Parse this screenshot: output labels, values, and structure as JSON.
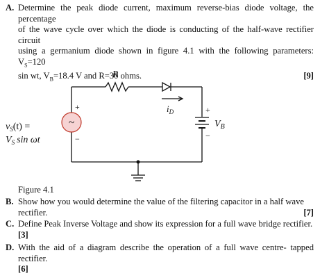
{
  "questions": {
    "a": {
      "letter": "A.",
      "lines": [
        "Determine the peak diode current, maximum reverse-bias diode voltage, the percentage",
        "of the wave cycle over which the diode is conducting of the half-wave rectifier circuit",
        "using a germanium diode shown in figure 4.1 with the following parameters: V",
        "sin wt, V",
        "=18.4 V and R=30 ohms."
      ],
      "vs_sub": "S",
      "vs_value": "=120",
      "vb_sub": "B",
      "marks": "[9]"
    },
    "b": {
      "letter": "B.",
      "line1": "Show how you would determine the value of the filtering capacitor in a half wave",
      "line2": "rectifier.",
      "marks": "[7]"
    },
    "c": {
      "letter": "C.",
      "line1": "Define Peak Inverse Voltage and show its expression for a full wave bridge rectifier.",
      "marks": "[3]"
    },
    "d": {
      "letter": "D.",
      "line1": "With the aid of a diagram describe the operation of a full wave centre- tapped rectifier.",
      "marks": "[6]"
    }
  },
  "figure": {
    "caption": "Figure 4.1",
    "resistor_label": "R",
    "current_label_main": "i",
    "current_label_sub": "D",
    "battery_label_main": "V",
    "battery_label_sub": "B",
    "source_label_line1": "v",
    "source_label_line1_sub": "S",
    "source_label_line1_rest": "(t) =",
    "source_label_line2_main": "V",
    "source_label_line2_sub": "S",
    "source_label_line2_rest": "sin ωt",
    "source_symbol": "~",
    "plus_sign": "+",
    "minus_sign": "−",
    "source_fill": "#f6d3d3",
    "source_stroke": "#c0392b"
  }
}
